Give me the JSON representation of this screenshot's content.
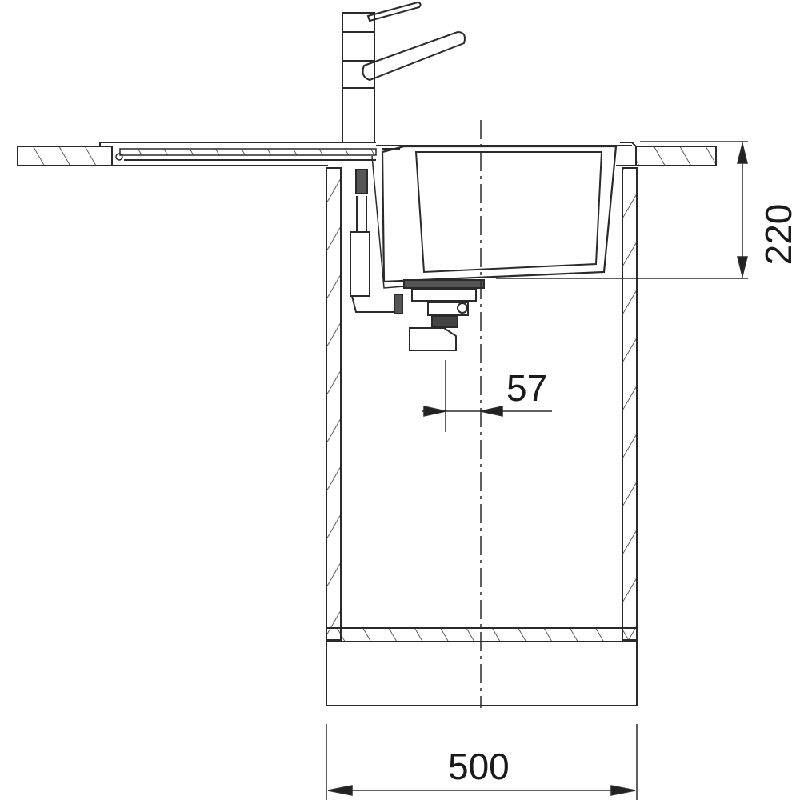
{
  "diagram": {
    "type": "technical-cross-section",
    "subject": "kitchen sink installed in base cabinet with mixer tap and drain",
    "stroke_color": "#2a2a2a",
    "background": "#ffffff",
    "dimensions": {
      "cabinet_width": "500",
      "bowl_depth": "220",
      "drain_offset": "57"
    }
  }
}
